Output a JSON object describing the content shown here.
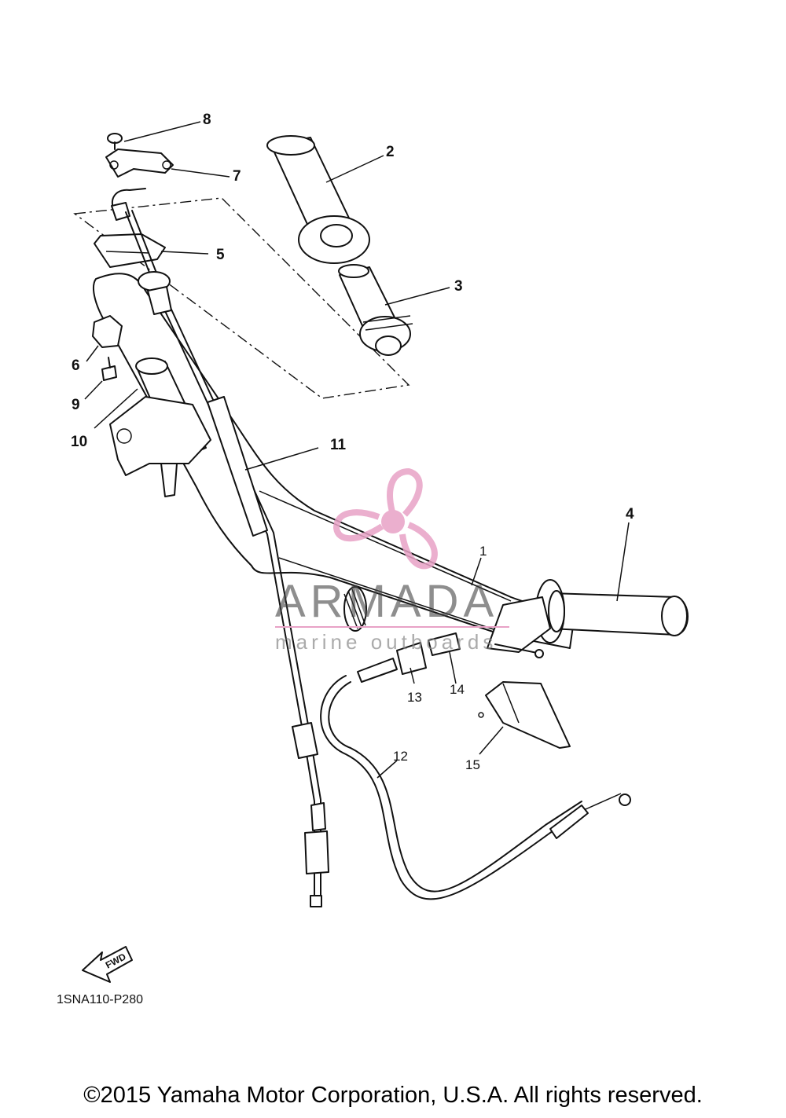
{
  "diagram": {
    "callouts": [
      {
        "id": "1",
        "label": "1"
      },
      {
        "id": "2",
        "label": "2"
      },
      {
        "id": "3",
        "label": "3"
      },
      {
        "id": "4",
        "label": "4"
      },
      {
        "id": "5",
        "label": "5"
      },
      {
        "id": "6",
        "label": "6"
      },
      {
        "id": "7",
        "label": "7"
      },
      {
        "id": "8",
        "label": "8"
      },
      {
        "id": "9",
        "label": "9"
      },
      {
        "id": "10",
        "label": "10"
      },
      {
        "id": "11",
        "label": "11"
      },
      {
        "id": "12",
        "label": "12"
      },
      {
        "id": "13",
        "label": "13"
      },
      {
        "id": "14",
        "label": "14"
      },
      {
        "id": "15",
        "label": "15"
      }
    ],
    "fwd_label": "FWD",
    "diagram_code": "1SNA110-P280"
  },
  "watermark": {
    "title": "ARMADA",
    "subtitle": "marine outboards",
    "color": "#e8a2c6"
  },
  "footer": {
    "copyright": "©2015 Yamaha Motor Corporation, U.S.A. All rights reserved."
  }
}
